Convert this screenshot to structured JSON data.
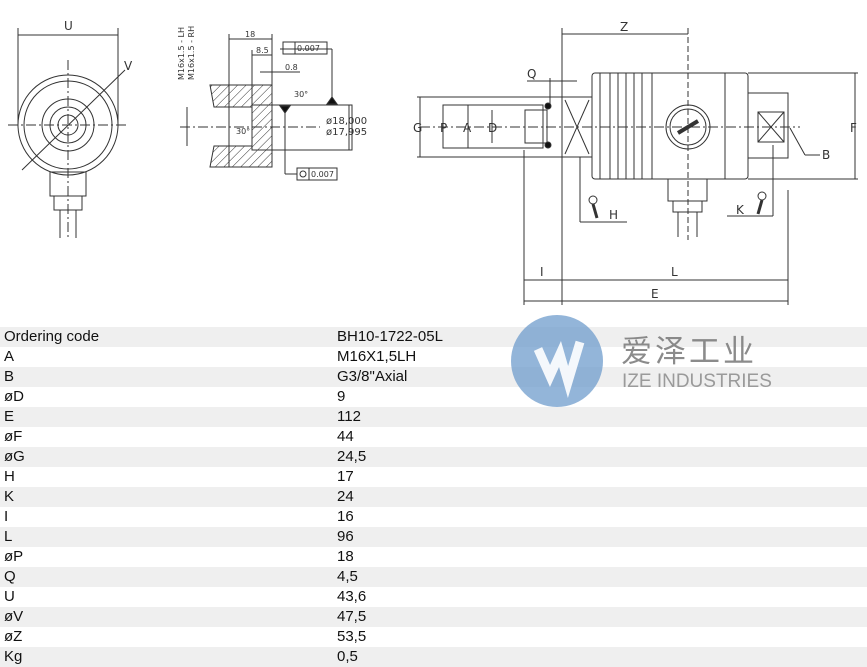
{
  "drawing": {
    "left_view_labels": {
      "u": "U",
      "v": "V"
    },
    "detail_labels": {
      "thread_lh": "M16x1.5 - LH",
      "thread_rh": "M16x1.5 - RH",
      "dim_18": "18",
      "dim_8_5": "8.5",
      "dim_0_8": "0.8",
      "angle_top": "30°",
      "angle_inner": "30°",
      "dia_max": "ø18,000",
      "dia_min": "ø17,995",
      "runout_tol": "0.007",
      "concentricity_tol": "0.007"
    },
    "side_view_labels": {
      "z": "Z",
      "q": "Q",
      "g": "G",
      "p": "P",
      "a": "A",
      "d": "D",
      "f": "F",
      "b": "B",
      "h": "H",
      "k": "K",
      "i": "I",
      "l": "L",
      "e": "E"
    }
  },
  "table": {
    "rows": [
      {
        "label": "Ordering code",
        "value": "BH10-1722-05L"
      },
      {
        "label": "A",
        "value": "M16X1,5LH"
      },
      {
        "label": "B",
        "value": "G3/8\"Axial"
      },
      {
        "label": "øD",
        "value": "9"
      },
      {
        "label": "E",
        "value": "112"
      },
      {
        "label": "øF",
        "value": "44"
      },
      {
        "label": "øG",
        "value": "24,5"
      },
      {
        "label": "H",
        "value": "17"
      },
      {
        "label": "K",
        "value": "24"
      },
      {
        "label": "I",
        "value": "16"
      },
      {
        "label": "L",
        "value": "96"
      },
      {
        "label": "øP",
        "value": "18"
      },
      {
        "label": "Q",
        "value": "4,5"
      },
      {
        "label": "U",
        "value": "43,6"
      },
      {
        "label": "øV",
        "value": "47,5"
      },
      {
        "label": "øZ",
        "value": "53,5"
      },
      {
        "label": "Kg",
        "value": "0,5"
      }
    ]
  },
  "watermark": {
    "cn": "爱泽工业",
    "en": "IZE INDUSTRIES",
    "color": "#6f9ccc"
  }
}
